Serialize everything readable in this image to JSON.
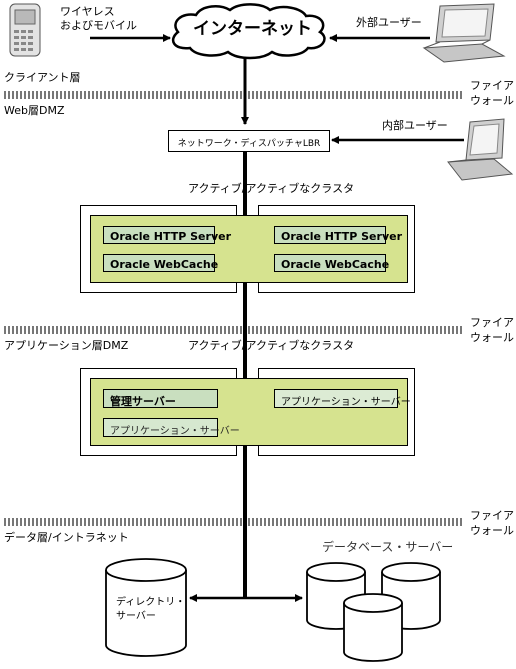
{
  "top": {
    "wireless_line1": "ワイヤレス",
    "wireless_line2": "およびモバイル",
    "internet": "インターネット",
    "external_users": "外部ユーザー"
  },
  "tiers": {
    "client": "クライアント層",
    "web_dmz": "Web層DMZ",
    "app_dmz": "アプリケーション層DMZ",
    "data_intranet": "データ層/イントラネット"
  },
  "firewall": {
    "line1": "ファイア",
    "line2": "ウォール"
  },
  "network": {
    "lbr": "ネットワーク・ディスパッチャLBR",
    "internal_users": "内部ユーザー"
  },
  "web_cluster": {
    "title": "アクティブ/アクティブなクラスタ",
    "left": {
      "http": "Oracle HTTP Server",
      "cache": "Oracle WebCache"
    },
    "right": {
      "http": "Oracle HTTP Server",
      "cache": "Oracle WebCache"
    }
  },
  "app_cluster": {
    "title": "アクティブ/アクティブなクラスタ",
    "admin_server": "管理サーバー",
    "app_server_left": "アプリケーション・サーバー",
    "app_server_right": "アプリケーション・サーバー"
  },
  "data": {
    "directory_line1": "ディレクトリ・",
    "directory_line2": "サーバー",
    "db_servers": "データベース・サーバー"
  }
}
